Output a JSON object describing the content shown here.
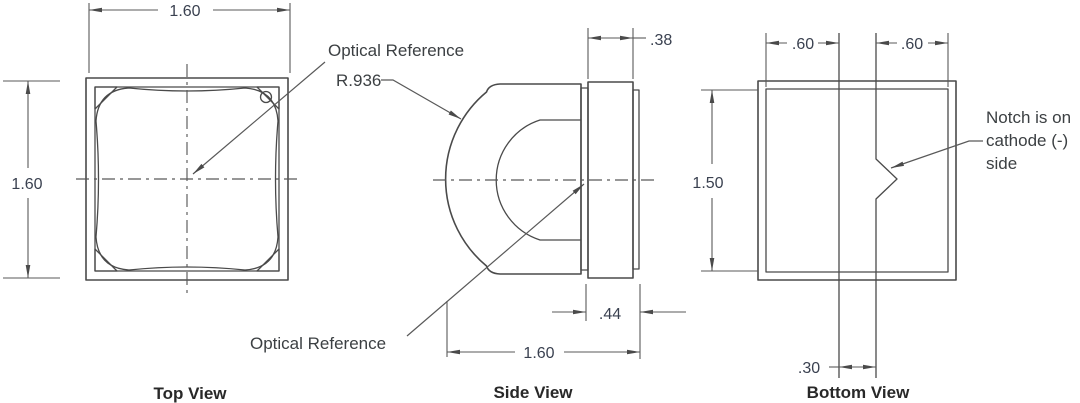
{
  "colors": {
    "line": "#4a4a4a",
    "dim_line": "#595959",
    "dim_text": "#3a4150",
    "label_text": "#3c4043",
    "title_text": "#282828",
    "background": "#ffffff"
  },
  "views": {
    "top": {
      "title": "Top View",
      "width_dim": "1.60",
      "height_dim": "1.60",
      "optical_label": "Optical Reference"
    },
    "side": {
      "title": "Side View",
      "radius_label": "R.936",
      "flange_depth_dim": ".38",
      "seat_depth_dim": ".44",
      "overall_depth_dim": "1.60",
      "optical_label": "Optical Reference"
    },
    "bottom": {
      "title": "Bottom View",
      "anode_pad_dim": ".60",
      "cathode_pad_dim": ".60",
      "pad_height_dim": "1.50",
      "pad_gap_dim": ".30",
      "note_lines": [
        "Notch is on",
        "cathode (-)",
        "side"
      ]
    }
  }
}
